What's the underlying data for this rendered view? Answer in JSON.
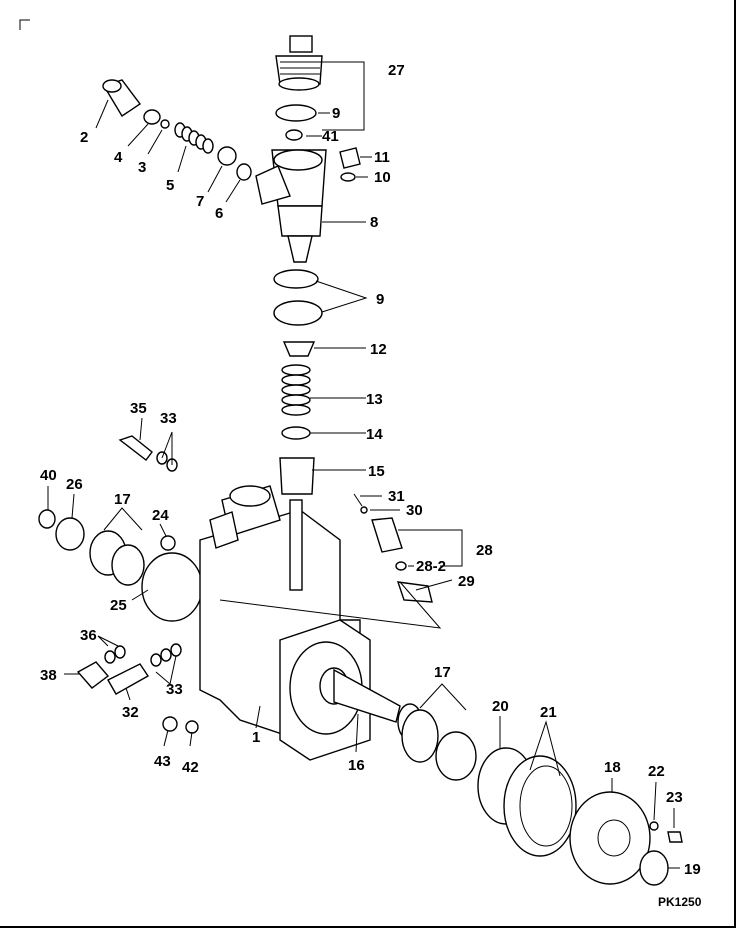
{
  "diagram": {
    "drawing_code": "PK1250",
    "callouts": [
      "27",
      "9",
      "41",
      "2",
      "4",
      "3",
      "5",
      "7",
      "6",
      "11",
      "10",
      "8",
      "9",
      "12",
      "13",
      "14",
      "15",
      "35",
      "33",
      "31",
      "30",
      "28",
      "28-2",
      "29",
      "40",
      "26",
      "17",
      "24",
      "25",
      "36",
      "38",
      "33",
      "32",
      "1",
      "43",
      "42",
      "16",
      "17",
      "20",
      "21",
      "18",
      "22",
      "23",
      "19"
    ]
  }
}
